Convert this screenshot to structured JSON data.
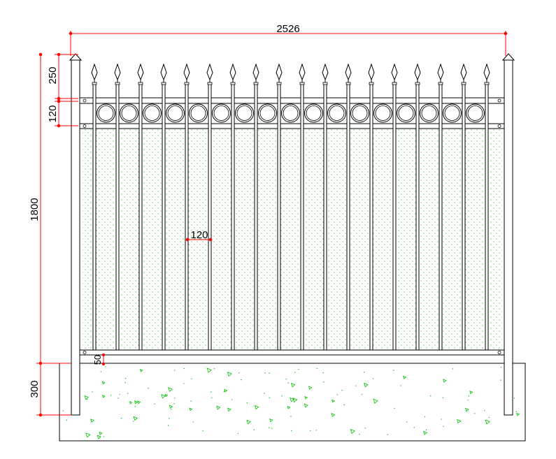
{
  "dimensions": {
    "total_width": "2526",
    "spear_height": "250",
    "ring_band_height": "120",
    "fence_height": "1800",
    "picket_spacing": "120",
    "bottom_gap": "50",
    "foundation_depth": "300"
  },
  "layout": {
    "picket_count": 18,
    "ring_count": 17
  },
  "colors": {
    "line": "#000000",
    "dimension": "#ff0000",
    "hatch": "#00c000"
  }
}
